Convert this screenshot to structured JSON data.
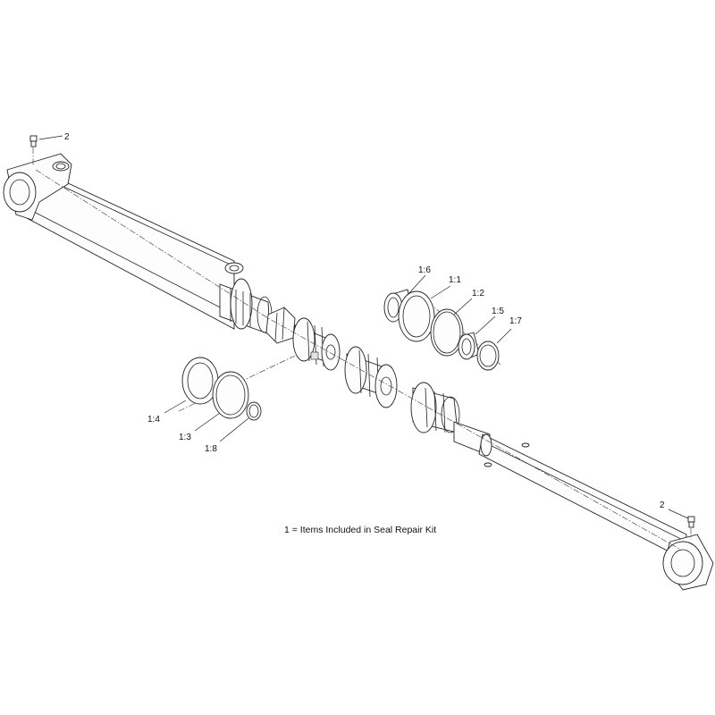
{
  "callouts": [
    {
      "id": "c-2-top",
      "text": "2"
    },
    {
      "id": "c-1-6",
      "text": "1:6"
    },
    {
      "id": "c-1-1",
      "text": "1:1"
    },
    {
      "id": "c-1-2",
      "text": "1:2"
    },
    {
      "id": "c-1-5",
      "text": "1:5"
    },
    {
      "id": "c-1-7",
      "text": "1:7"
    },
    {
      "id": "c-1-4",
      "text": "1:4"
    },
    {
      "id": "c-1-3",
      "text": "1:3"
    },
    {
      "id": "c-1-8",
      "text": "1:8"
    },
    {
      "id": "c-2-bottom",
      "text": "2"
    }
  ],
  "note": "1 = Items Included in Seal Repair Kit"
}
